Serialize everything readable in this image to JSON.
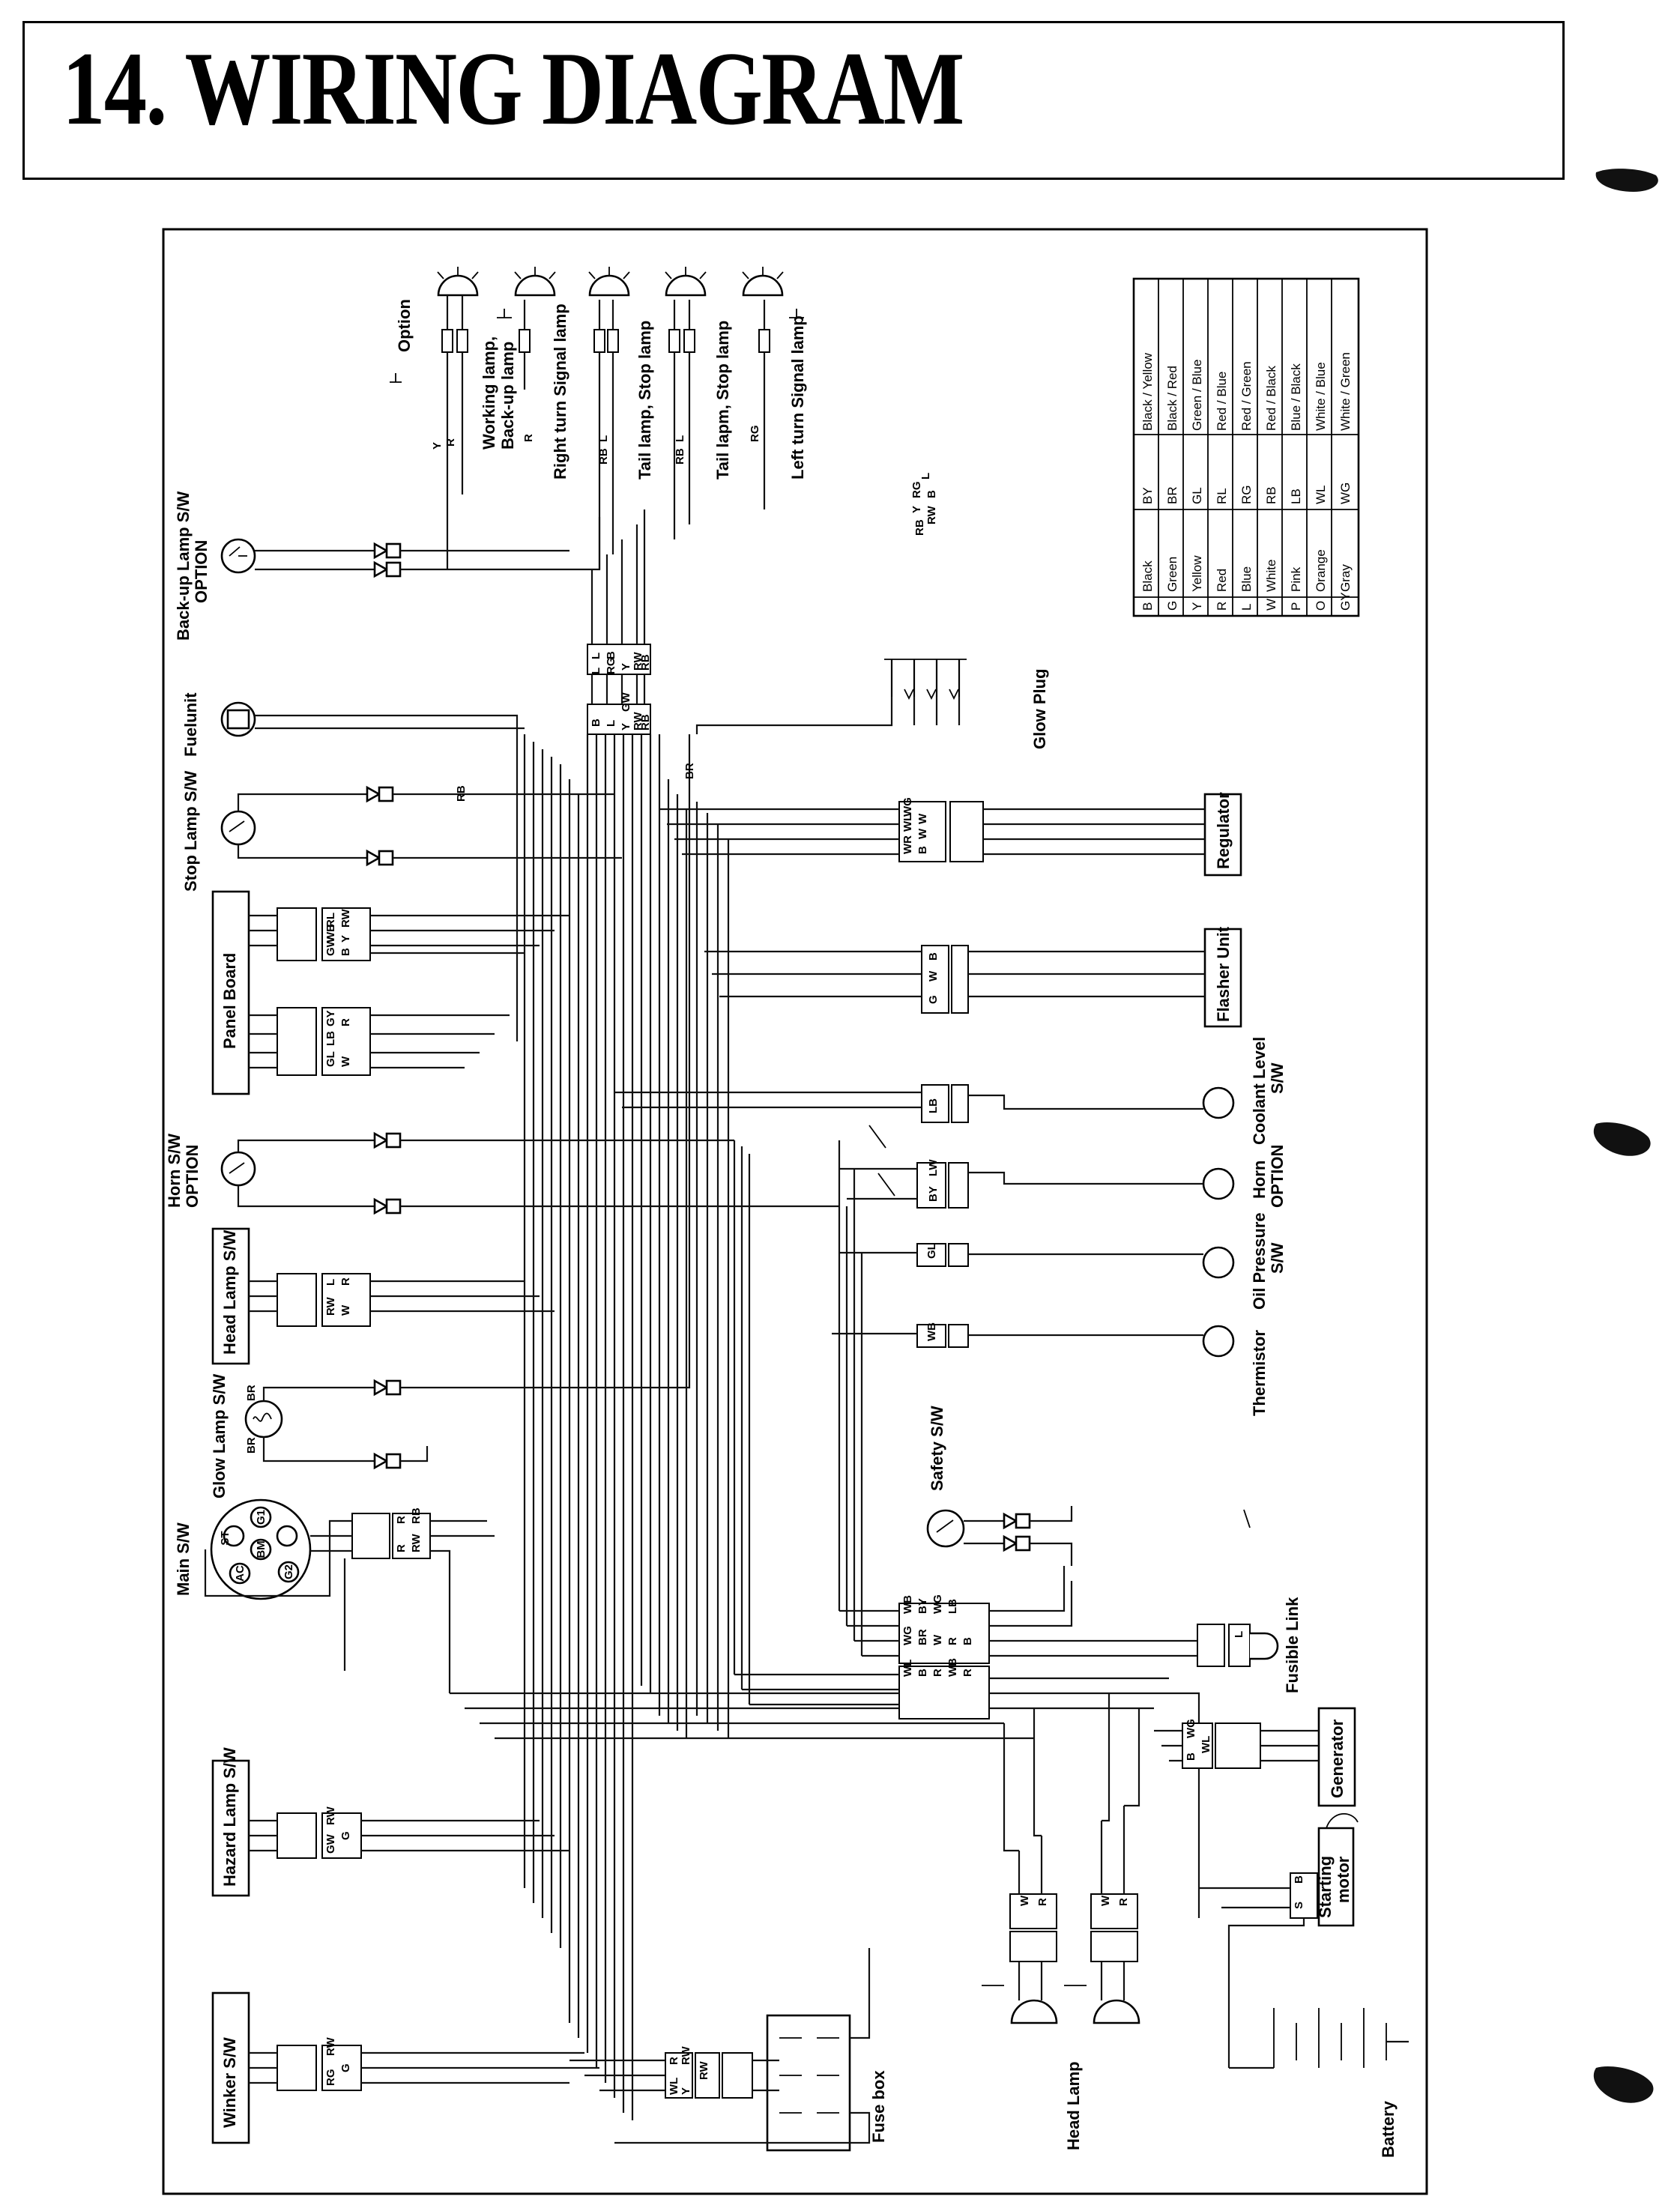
{
  "header": {
    "title": "14. WIRING DIAGRAM"
  },
  "color_legend": {
    "left": [
      {
        "code": "B",
        "name": "Black"
      },
      {
        "code": "G",
        "name": "Green"
      },
      {
        "code": "Y",
        "name": "Yellow"
      },
      {
        "code": "R",
        "name": "Red"
      },
      {
        "code": "L",
        "name": "Blue"
      },
      {
        "code": "W",
        "name": "White"
      },
      {
        "code": "P",
        "name": "Pink"
      },
      {
        "code": "O",
        "name": "Orange"
      },
      {
        "code": "GY",
        "name": "Gray"
      }
    ],
    "right": [
      {
        "code": "BY",
        "name": "Black / Yellow"
      },
      {
        "code": "BR",
        "name": "Black / Red"
      },
      {
        "code": "GL",
        "name": "Green / Blue"
      },
      {
        "code": "RL",
        "name": "Red / Blue"
      },
      {
        "code": "RG",
        "name": "Red / Green"
      },
      {
        "code": "RB",
        "name": "Red / Black"
      },
      {
        "code": "LB",
        "name": "Blue / Black"
      },
      {
        "code": "WL",
        "name": "White / Blue"
      },
      {
        "code": "WG",
        "name": "White / Green"
      }
    ]
  },
  "components": {
    "option": "Option",
    "working_lamp": "Working lamp,",
    "backup_lamp": "Back-up lamp",
    "right_turn": "Right turn Signal lamp",
    "tail_stop": "Tail lamp, Stop lamp",
    "tail_stop2": "Tail lapm, Stop lamp",
    "left_turn": "Left turn Signal lamp",
    "backup_sw": "Back-up Lamp S/W",
    "backup_sw_opt": "OPTION",
    "fuel_unit": "Fuelunit",
    "stop_lamp_sw": "Stop Lamp S/W",
    "panel_board": "Panel Board",
    "horn_sw": "Horn S/W",
    "horn_sw_opt": "OPTION",
    "head_lamp_sw": "Head Lamp S/W",
    "glow_lamp_sw": "Glow Lamp S/W",
    "main_sw": "Main S/W",
    "hazard_sw": "Hazard Lamp S/W",
    "winker_sw": "Winker S/W",
    "fuse_box": "Fuse box",
    "head_lamp": "Head Lamp",
    "glow_plug": "Glow Plug",
    "regulator": "Regulator",
    "flasher": "Flasher Unit",
    "coolant": "Coolant Level",
    "coolant2": "S/W",
    "horn": "Horn",
    "horn_opt": "OPTION",
    "oil": "Oil Pressure",
    "oil2": "S/W",
    "thermistor": "Thermistor",
    "safety_sw": "Safety S/W",
    "fusible_link": "Fusible Link",
    "generator": "Generator",
    "starting_motor": "Starting",
    "starting_motor2": "motor",
    "battery": "Battery"
  },
  "main_sw_terminals": [
    "ST",
    "G1",
    "BM",
    "G2",
    "AC"
  ],
  "wire_codes": {
    "upper_lamps": [
      "Y",
      "R",
      "R",
      "L",
      "RB",
      "L",
      "RB",
      "RG"
    ],
    "upper_conn_a": [
      "RG",
      "Y",
      "B",
      "RW",
      "RB",
      "L"
    ],
    "center_conn_a": [
      "L",
      "B",
      "L",
      "RG",
      "Y",
      "RW",
      "RB"
    ],
    "center_conn_b": [
      "B",
      "L",
      "Y",
      "GW",
      "RW",
      "RB"
    ],
    "glow_br": "BR",
    "stop_rb": "RB",
    "regulator_conn": [
      "WG",
      "WL",
      "WR",
      "W",
      "W",
      "B"
    ],
    "panel_top": [
      "RL",
      "RW",
      "WB",
      "GW",
      "Y",
      "B"
    ],
    "panel_bottom": [
      "GY",
      "R",
      "LB",
      "GL",
      "W"
    ],
    "flasher_conn": [
      "B",
      "G",
      "W"
    ],
    "coolant_conn": [
      "LB"
    ],
    "horn_conn": [
      "LW",
      "BY"
    ],
    "oil_conn": [
      "GL"
    ],
    "therm_conn": [
      "WB"
    ],
    "head_sw_conn": [
      "L",
      "R",
      "RW",
      "W"
    ],
    "glow_sw_br": [
      "BR",
      "BR"
    ],
    "main_conn": [
      "R",
      "RB",
      "R",
      "RW"
    ],
    "hazard_conn": [
      "RW",
      "GW",
      "G"
    ],
    "winker_conn": [
      "RW",
      "RG",
      "G"
    ],
    "fuse_conn": [
      "R",
      "RW",
      "WL",
      "Y",
      "RW"
    ],
    "lower_conn_top": [
      "WB",
      "BY",
      "WG",
      "LB",
      "WG",
      "BR",
      "W",
      "R",
      "WL",
      "B",
      "R",
      "WB",
      "R",
      "B"
    ],
    "fusible": [
      "L"
    ],
    "generator_conn": [
      "WG",
      "B",
      "WL"
    ],
    "starter_conn": [
      "B",
      "S"
    ],
    "head_lamp_conn": [
      "W",
      "R",
      "W",
      "R"
    ]
  }
}
